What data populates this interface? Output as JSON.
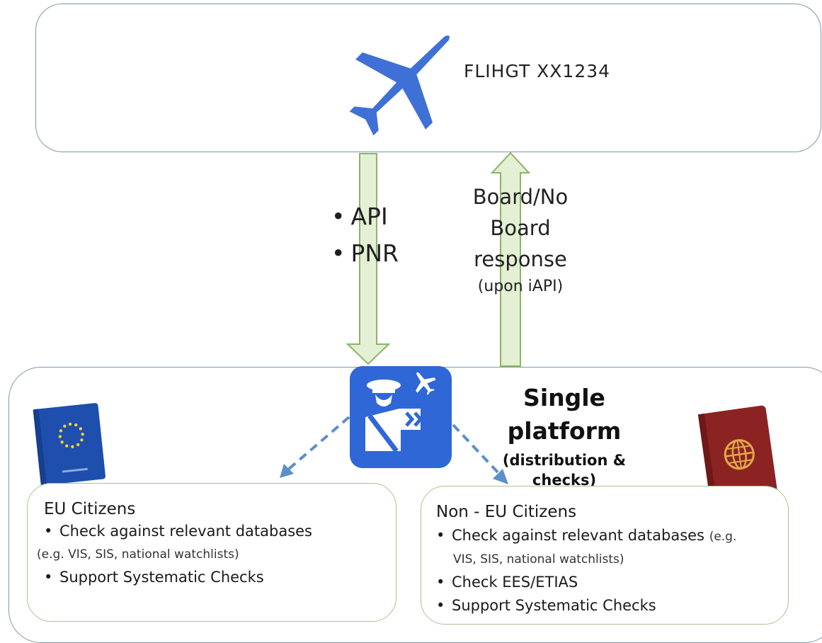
{
  "flight": {
    "label": "FLIHGT  XX1234"
  },
  "to_platform": {
    "items": [
      "API",
      "PNR"
    ]
  },
  "to_flight": {
    "line1": "Board/No",
    "line2": "Board",
    "line3": "response",
    "line4": "(upon iAPI)"
  },
  "platform": {
    "title_line1": "Single",
    "title_line2": "platform",
    "subtitle": "(distribution & checks)"
  },
  "eu_citizens": {
    "title": "EU Citizens",
    "item1": "Check against relevant databases",
    "item1_note": "(e.g. VIS, SIS, national watchlists)",
    "item2": "Support Systematic Checks"
  },
  "non_eu_citizens": {
    "title": "Non - EU Citizens",
    "item1": "Check against relevant databases",
    "item1_note_a": "(e.g.",
    "item1_note_b": "VIS, SIS, national watchlists)",
    "item2": "Check EES/ETIAS",
    "item3": "Support Systematic Checks"
  },
  "icons": {
    "airplane": "airplane-icon",
    "border_officer": "border-officer-icon",
    "eu_passport": "eu-passport-icon",
    "passport": "passport-icon"
  },
  "colors": {
    "airplane": "#3f70d6",
    "arrow_fill": "#e3f0d3",
    "arrow_stroke": "#8db36a",
    "officer_bg": "#2f67d6",
    "dashed_arrow": "#5b8fc9",
    "eu_passport": "#1e4fae",
    "passport": "#8b2323",
    "box_border": "#7f97a8",
    "citizen_border": "#a9c48e"
  }
}
